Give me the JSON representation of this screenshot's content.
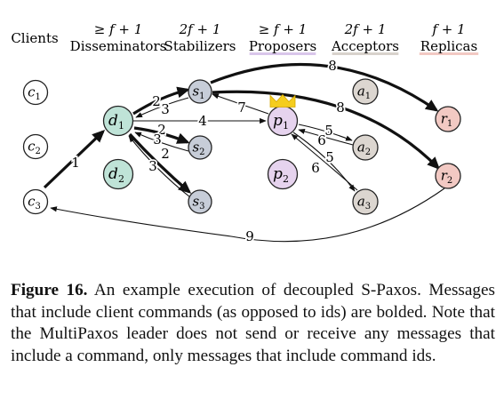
{
  "columns": [
    {
      "id": "clients",
      "label": "Clients",
      "count": ""
    },
    {
      "id": "disseminators",
      "label": "Disseminators",
      "count": "≥ f + 1"
    },
    {
      "id": "stabilizers",
      "label": "Stabilizers",
      "count": "2f + 1"
    },
    {
      "id": "proposers",
      "label": "Proposers",
      "count": "≥ f + 1"
    },
    {
      "id": "acceptors",
      "label": "Acceptors",
      "count": "2f + 1"
    },
    {
      "id": "replicas",
      "label": "Replicas",
      "count": "f + 1"
    }
  ],
  "nodes": [
    {
      "id": "c1",
      "base": "c",
      "sub": "1",
      "fill": "#ffffff"
    },
    {
      "id": "c2",
      "base": "c",
      "sub": "2",
      "fill": "#ffffff"
    },
    {
      "id": "c3",
      "base": "c",
      "sub": "3",
      "fill": "#ffffff"
    },
    {
      "id": "d1",
      "base": "d",
      "sub": "1",
      "fill": "#bfe3d7"
    },
    {
      "id": "d2",
      "base": "d",
      "sub": "2",
      "fill": "#bfe3d7"
    },
    {
      "id": "s1",
      "base": "s",
      "sub": "1",
      "fill": "#c7cdd8"
    },
    {
      "id": "s2",
      "base": "s",
      "sub": "2",
      "fill": "#c7cdd8"
    },
    {
      "id": "s3",
      "base": "s",
      "sub": "3",
      "fill": "#c7cdd8"
    },
    {
      "id": "p1",
      "base": "p",
      "sub": "1",
      "fill": "#e6d3ee"
    },
    {
      "id": "p2",
      "base": "p",
      "sub": "2",
      "fill": "#e6d3ee"
    },
    {
      "id": "a1",
      "base": "a",
      "sub": "1",
      "fill": "#dcd6d0"
    },
    {
      "id": "a2",
      "base": "a",
      "sub": "2",
      "fill": "#dcd6d0"
    },
    {
      "id": "a3",
      "base": "a",
      "sub": "3",
      "fill": "#dcd6d0"
    },
    {
      "id": "r1",
      "base": "r",
      "sub": "1",
      "fill": "#f2c9c3"
    },
    {
      "id": "r2",
      "base": "r",
      "sub": "2",
      "fill": "#f2c9c3"
    }
  ],
  "messages": [
    {
      "from": "c3",
      "to": "d1",
      "label": "1",
      "bold": true
    },
    {
      "from": "d1",
      "to": "s1",
      "label": "2",
      "bold": true
    },
    {
      "from": "s1",
      "to": "d1",
      "label": "3",
      "bold": false
    },
    {
      "from": "d1",
      "to": "s2",
      "label": "2",
      "bold": true
    },
    {
      "from": "s2",
      "to": "d1",
      "label": "3",
      "bold": false
    },
    {
      "from": "d1",
      "to": "s3",
      "label": "2",
      "bold": true
    },
    {
      "from": "s3",
      "to": "d1",
      "label": "3",
      "bold": false
    },
    {
      "from": "d1",
      "to": "p1",
      "label": "4",
      "bold": false
    },
    {
      "from": "p1",
      "to": "a2",
      "label": "5",
      "bold": false
    },
    {
      "from": "p1",
      "to": "a3",
      "label": "5",
      "bold": false
    },
    {
      "from": "a2",
      "to": "p1",
      "label": "6",
      "bold": false
    },
    {
      "from": "a3",
      "to": "p1",
      "label": "6",
      "bold": false
    },
    {
      "from": "p1",
      "to": "s1",
      "label": "7",
      "bold": false
    },
    {
      "from": "s1",
      "to": "r1",
      "label": "8",
      "bold": true
    },
    {
      "from": "s1",
      "to": "r2",
      "label": "8",
      "bold": true
    },
    {
      "from": "r2",
      "to": "c3",
      "label": "9",
      "bold": false
    }
  ],
  "leader_icon": "crown-icon",
  "leader_color": "#f5cd1e",
  "caption": {
    "figure_number": "Figure 16.",
    "text": "An example execution of decoupled S-Paxos. Messages that include client commands (as opposed to ids) are bolded. Note that the MultiPaxos leader does not send or receive any messages that include a command, only messages that include command ids."
  }
}
